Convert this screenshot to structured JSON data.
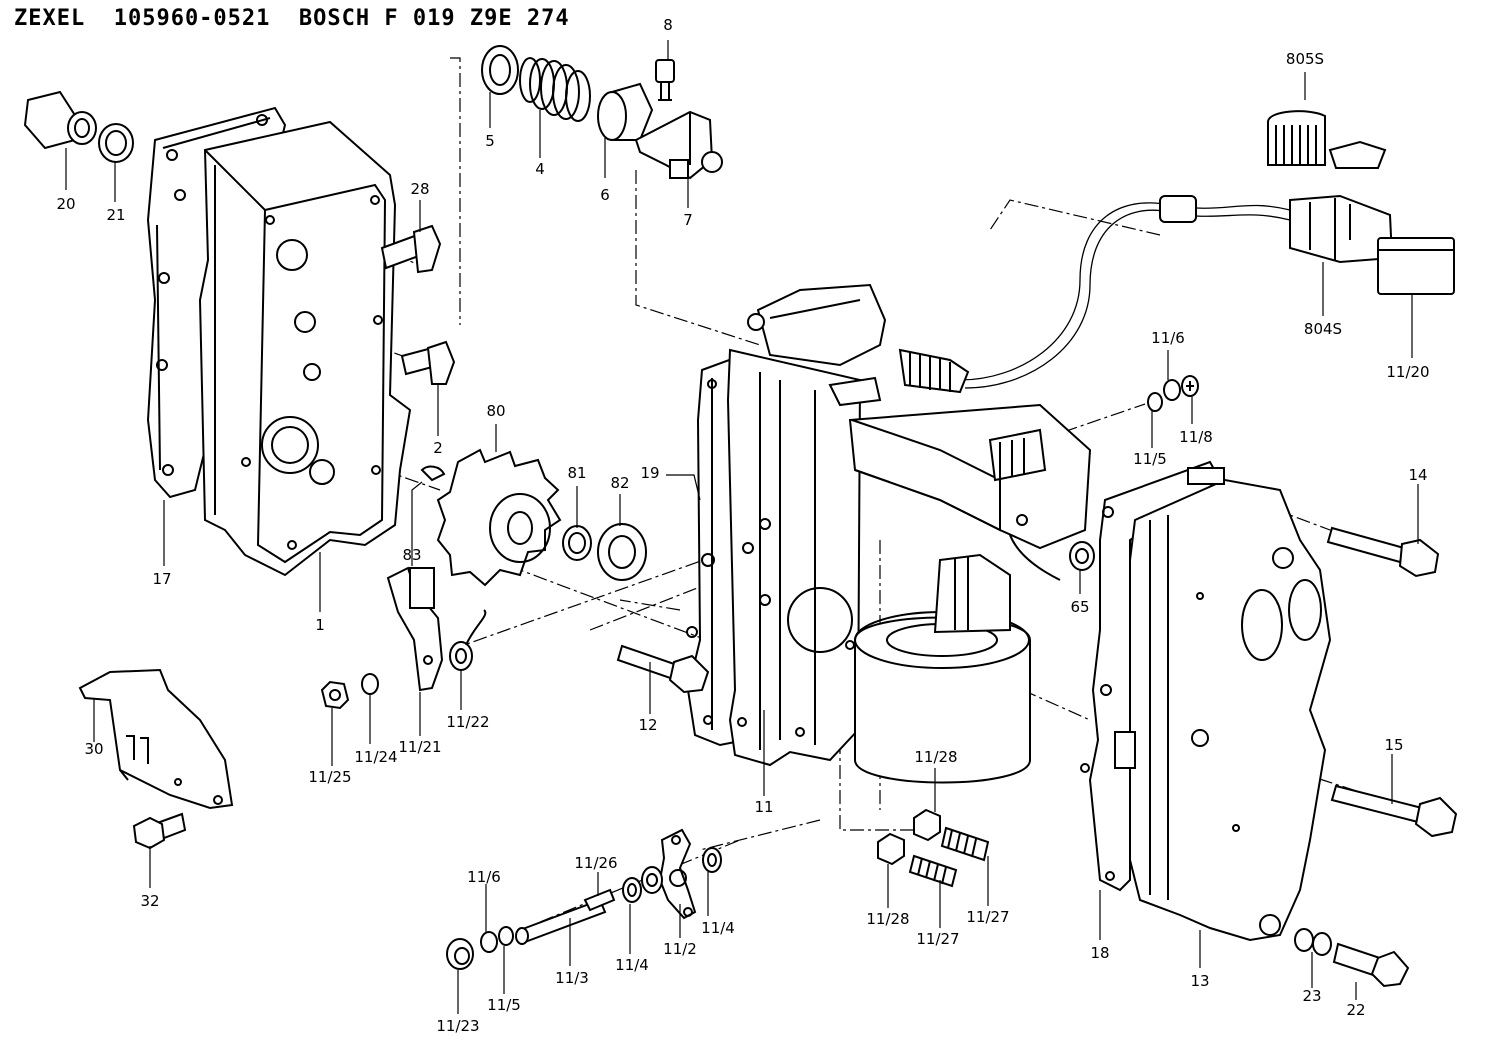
{
  "title": "ZEXEL  105960-0521  BOSCH F 019 Z9E 274",
  "parts": [
    {
      "id": "p1",
      "label": "1"
    },
    {
      "id": "p2",
      "label": "2"
    },
    {
      "id": "p4",
      "label": "4"
    },
    {
      "id": "p5",
      "label": "5"
    },
    {
      "id": "p6",
      "label": "6"
    },
    {
      "id": "p7",
      "label": "7"
    },
    {
      "id": "p8",
      "label": "8"
    },
    {
      "id": "p11",
      "label": "11"
    },
    {
      "id": "p11_2",
      "label": "11/2"
    },
    {
      "id": "p11_3",
      "label": "11/3"
    },
    {
      "id": "p11_4a",
      "label": "11/4"
    },
    {
      "id": "p11_4b",
      "label": "11/4"
    },
    {
      "id": "p11_5a",
      "label": "11/5"
    },
    {
      "id": "p11_5b",
      "label": "11/5"
    },
    {
      "id": "p11_6a",
      "label": "11/6"
    },
    {
      "id": "p11_6b",
      "label": "11/6"
    },
    {
      "id": "p11_8",
      "label": "11/8"
    },
    {
      "id": "p11_20",
      "label": "11/20"
    },
    {
      "id": "p11_21",
      "label": "11/21"
    },
    {
      "id": "p11_22",
      "label": "11/22"
    },
    {
      "id": "p11_23",
      "label": "11/23"
    },
    {
      "id": "p11_24",
      "label": "11/24"
    },
    {
      "id": "p11_25",
      "label": "11/25"
    },
    {
      "id": "p11_26",
      "label": "11/26"
    },
    {
      "id": "p11_27a",
      "label": "11/27"
    },
    {
      "id": "p11_27b",
      "label": "11/27"
    },
    {
      "id": "p11_28a",
      "label": "11/28"
    },
    {
      "id": "p11_28b",
      "label": "11/28"
    },
    {
      "id": "p12",
      "label": "12"
    },
    {
      "id": "p13",
      "label": "13"
    },
    {
      "id": "p14",
      "label": "14"
    },
    {
      "id": "p15",
      "label": "15"
    },
    {
      "id": "p17",
      "label": "17"
    },
    {
      "id": "p18",
      "label": "18"
    },
    {
      "id": "p19",
      "label": "19"
    },
    {
      "id": "p20",
      "label": "20"
    },
    {
      "id": "p21",
      "label": "21"
    },
    {
      "id": "p22",
      "label": "22"
    },
    {
      "id": "p23",
      "label": "23"
    },
    {
      "id": "p28",
      "label": "28"
    },
    {
      "id": "p30",
      "label": "30"
    },
    {
      "id": "p32",
      "label": "32"
    },
    {
      "id": "p65",
      "label": "65"
    },
    {
      "id": "p80",
      "label": "80"
    },
    {
      "id": "p81",
      "label": "81"
    },
    {
      "id": "p82",
      "label": "82"
    },
    {
      "id": "p83",
      "label": "83"
    },
    {
      "id": "p804S",
      "label": "804S"
    },
    {
      "id": "p805S",
      "label": "805S"
    }
  ]
}
